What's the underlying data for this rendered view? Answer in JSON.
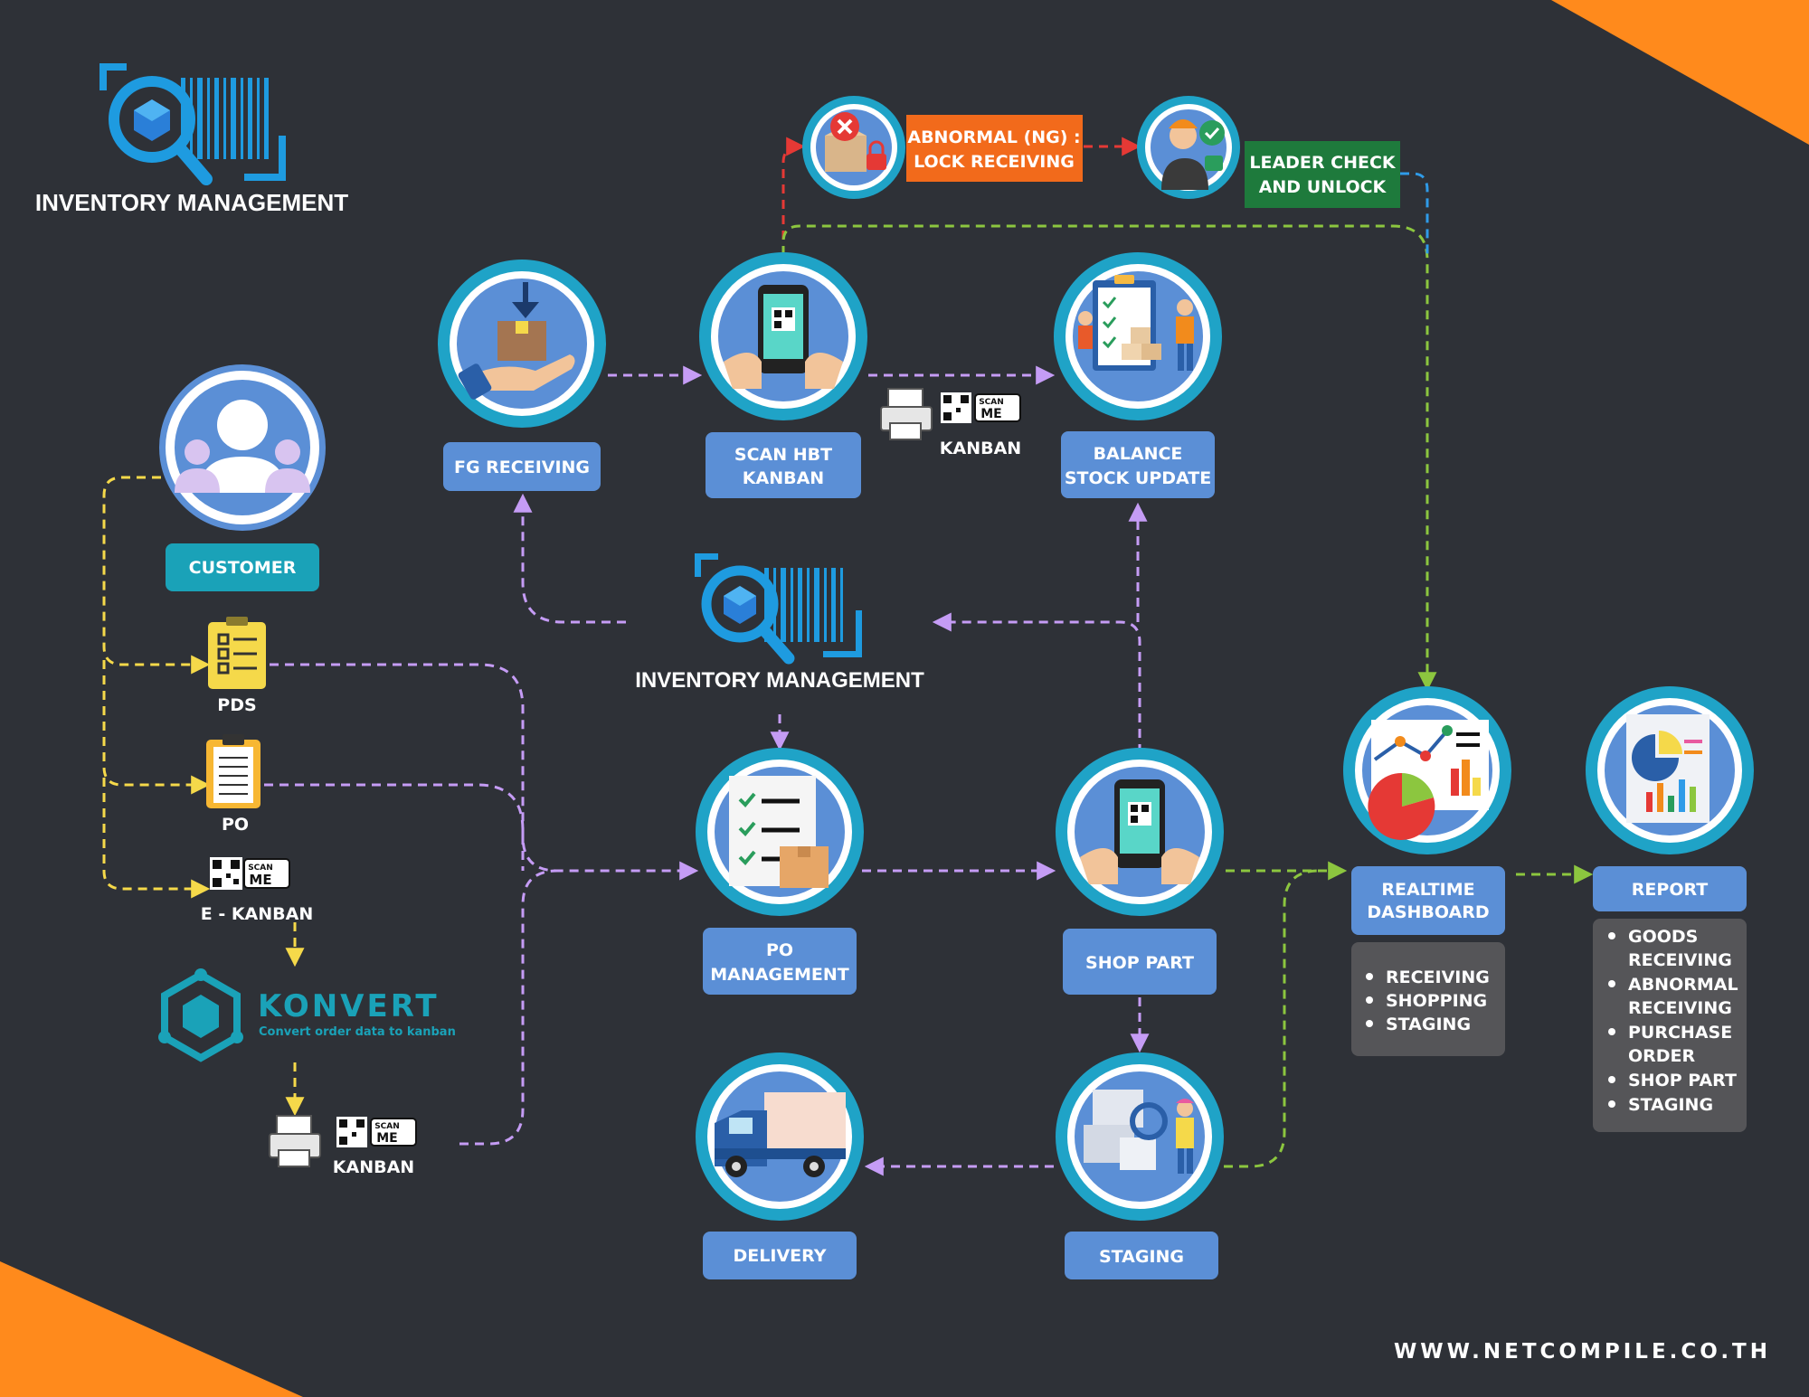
{
  "colors": {
    "background": "#2e3137",
    "accent_orange": "#ff8a1c",
    "label_blue": "#5b8fd6",
    "ring_teal": "#1fa3c7",
    "customer_teal": "#1aa2b8",
    "abnormal_orange": "#f26a1b",
    "leader_green": "#1e7a3c",
    "flow_purple": "#c59cf5",
    "flow_yellow": "#f5d94a",
    "flow_green": "#8cc63f",
    "flow_red": "#e53935",
    "flow_blue": "#2f9be8",
    "panel_gray": "#555558"
  },
  "brand": {
    "logo_title": "INVENTORY MANAGEMENT",
    "center_title": "INVENTORY MANAGEMENT",
    "website": "WWW.NETCOMPILE.CO.TH"
  },
  "konvert": {
    "name": "KONVERT",
    "tagline": "Convert order data to kanban"
  },
  "nodes": {
    "customer": "CUSTOMER",
    "fg_receiving": "FG RECEIVING",
    "scan_hbt_kanban": [
      "SCAN HBT",
      "KANBAN"
    ],
    "balance_stock": [
      "BALANCE",
      "STOCK UPDATE"
    ],
    "po_management": [
      "PO",
      "MANAGEMENT"
    ],
    "shop_part": "SHOP PART",
    "delivery": "DELIVERY",
    "staging": "STAGING",
    "realtime_dashboard": [
      "REALTIME",
      "DASHBOARD"
    ],
    "report": "REPORT",
    "abnormal": [
      "ABNORMAL (NG) :",
      "LOCK RECEIVING"
    ],
    "leader_check": [
      "LEADER CHECK",
      "AND UNLOCK"
    ]
  },
  "documents": {
    "pds": "PDS",
    "po": "PO",
    "e_kanban": "E - KANBAN",
    "kanban_top": "KANBAN",
    "kanban_bottom": "KANBAN",
    "scan_me_a": "SCAN",
    "scan_me_b": "ME"
  },
  "dashboard_list": [
    "RECEIVING",
    "SHOPPING",
    "STAGING"
  ],
  "report_list": [
    [
      "GOODS",
      "RECEIVING"
    ],
    [
      "ABNORMAL",
      "RECEIVING"
    ],
    [
      "PURCHASE",
      "ORDER"
    ],
    [
      "SHOP PART"
    ],
    [
      "STAGING"
    ]
  ]
}
